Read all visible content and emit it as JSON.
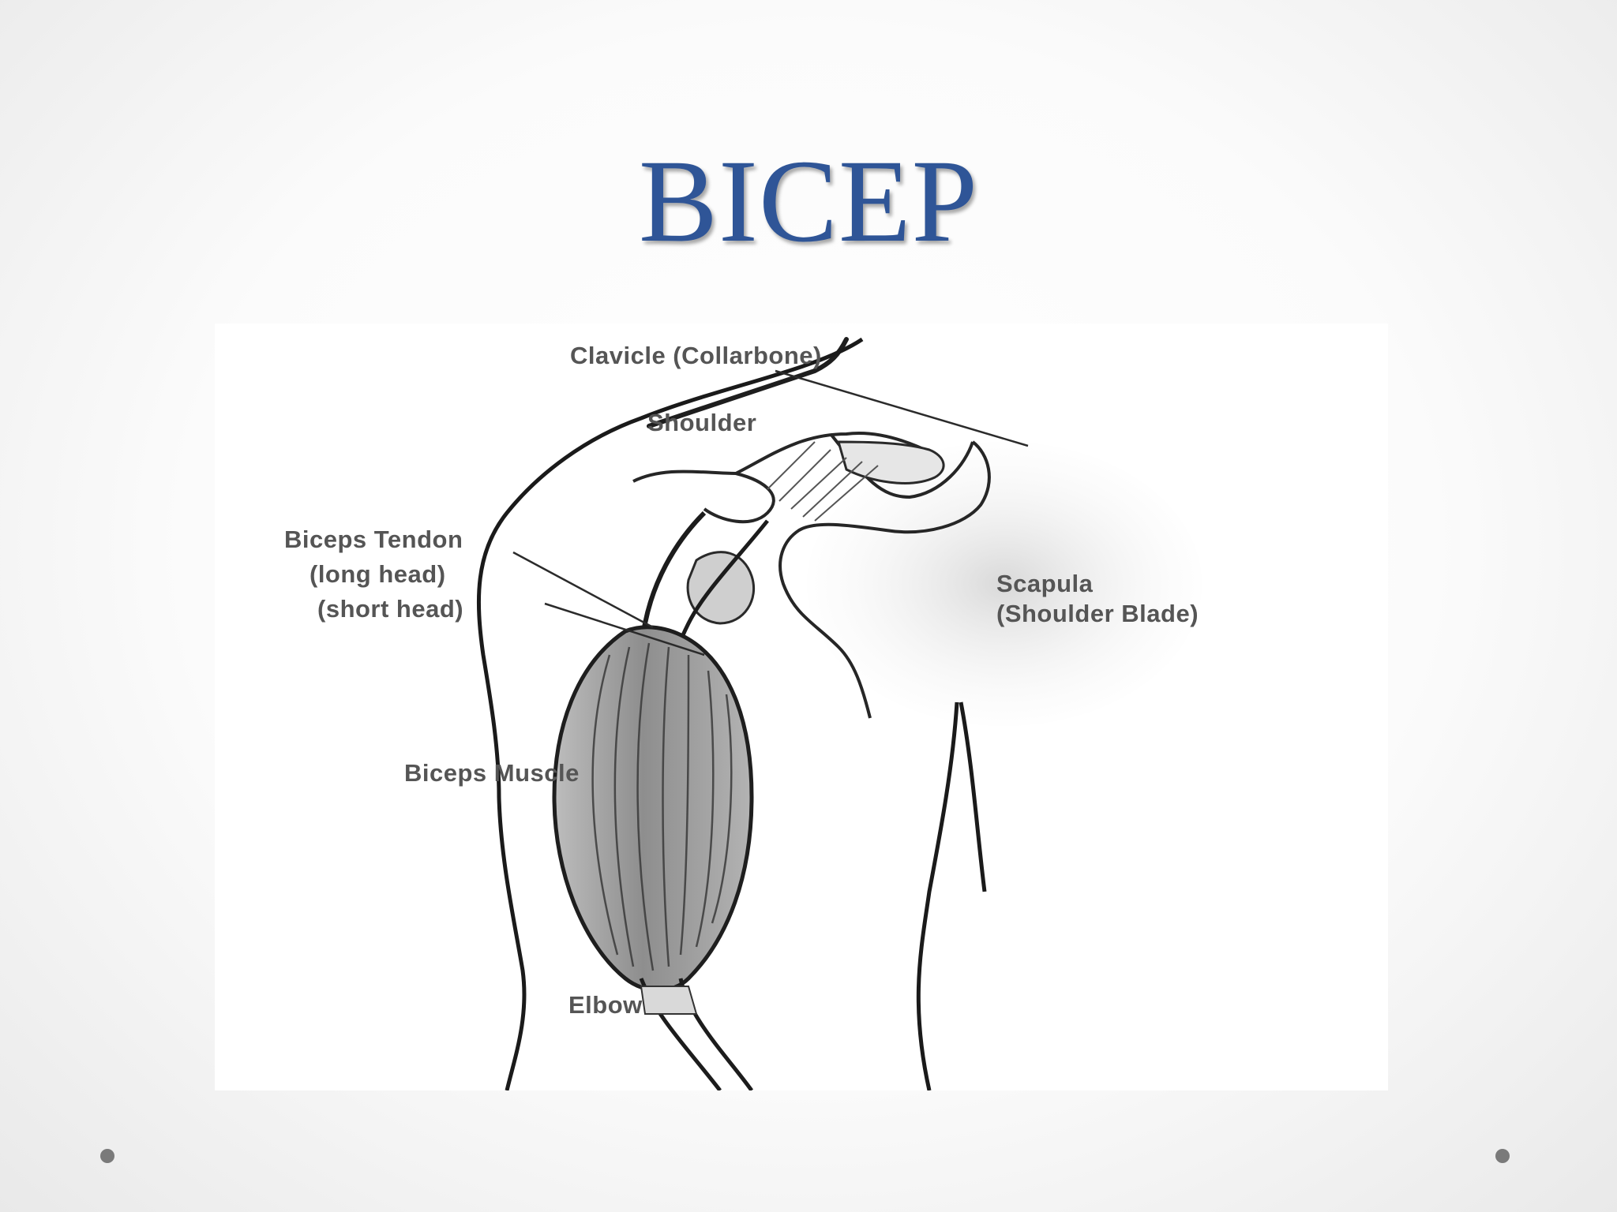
{
  "slide": {
    "title": "BICEP"
  },
  "diagram": {
    "labels": {
      "clavicle": "Clavicle (Collarbone)",
      "shoulder": "Shoulder",
      "biceps_tendon": "Biceps Tendon",
      "long_head": "(long head)",
      "short_head": "(short head)",
      "scapula": "Scapula",
      "shoulder_blade": "(Shoulder Blade)",
      "biceps_muscle": "Biceps Muscle",
      "elbow": "Elbow"
    }
  },
  "colors": {
    "title": "#2f5597",
    "label": "#555555",
    "muscle_fill": "#9a9a9a",
    "outline": "#222222"
  }
}
